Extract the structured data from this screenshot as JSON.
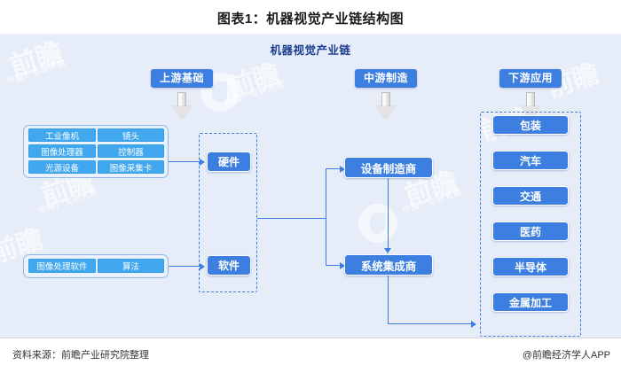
{
  "title": "图表1：机器视觉产业链结构图",
  "panel": {
    "header": "机器视觉产业链",
    "watermarks": {
      "big": "前瞻",
      "small": "中国产业研究院"
    }
  },
  "stages": [
    {
      "id": "upstream",
      "label": "上游基础"
    },
    {
      "id": "midstream",
      "label": "中游制造"
    },
    {
      "id": "downstream",
      "label": "下游应用"
    }
  ],
  "upstream": {
    "hardware_group": {
      "label": "硬件",
      "components": [
        "工业像机",
        "镜头",
        "图像处理器",
        "控制器",
        "光源设备",
        "图像采集卡"
      ]
    },
    "software_group": {
      "label": "软件",
      "components": [
        "图像处理软件",
        "算法"
      ]
    }
  },
  "midstream": {
    "nodes": [
      "设备制造商",
      "系统集成商"
    ]
  },
  "downstream": {
    "applications": [
      "包装",
      "汽车",
      "交通",
      "医药",
      "半导体",
      "金属加工"
    ]
  },
  "footer": {
    "source": "资料来源：前瞻产业研究院整理",
    "brand": "@前瞻经济学人APP"
  },
  "colors": {
    "panel_bg": "#e7edf8",
    "node_blue": "#3c7fe0",
    "chip_cyan": "#41a7ee",
    "header_text": "#1b3d8f"
  }
}
